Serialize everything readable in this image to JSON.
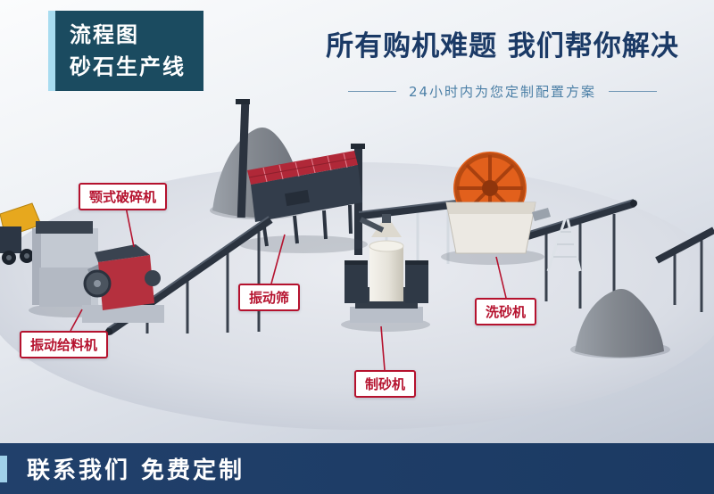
{
  "badge": {
    "line1": "流程图",
    "line2": "砂石生产线"
  },
  "header": {
    "title": "所有购机难题 我们帮你解决",
    "subtitle": "24小时内为您定制配置方案"
  },
  "machine_labels": {
    "jaw_crusher": "颚式破碎机",
    "vibrating_feeder": "振动给料机",
    "vibrating_screen": "振动筛",
    "sand_maker": "制砂机",
    "sand_washer": "洗砂机"
  },
  "footer": {
    "text": "联系我们 免费定制"
  },
  "colors": {
    "badge_bg": "#1b4b60",
    "badge_accent": "#a8dcf0",
    "title_text": "#1b3a66",
    "subtitle_text": "#4b7fa6",
    "label_red": "#b5122e",
    "footer_bg": "#21406b",
    "footer_accent": "#9fd0ea",
    "conveyor_dark": "#2b333f",
    "machine_red": "#b02838",
    "washer_orange": "#e2601c",
    "pile_gray": "#84898f"
  }
}
